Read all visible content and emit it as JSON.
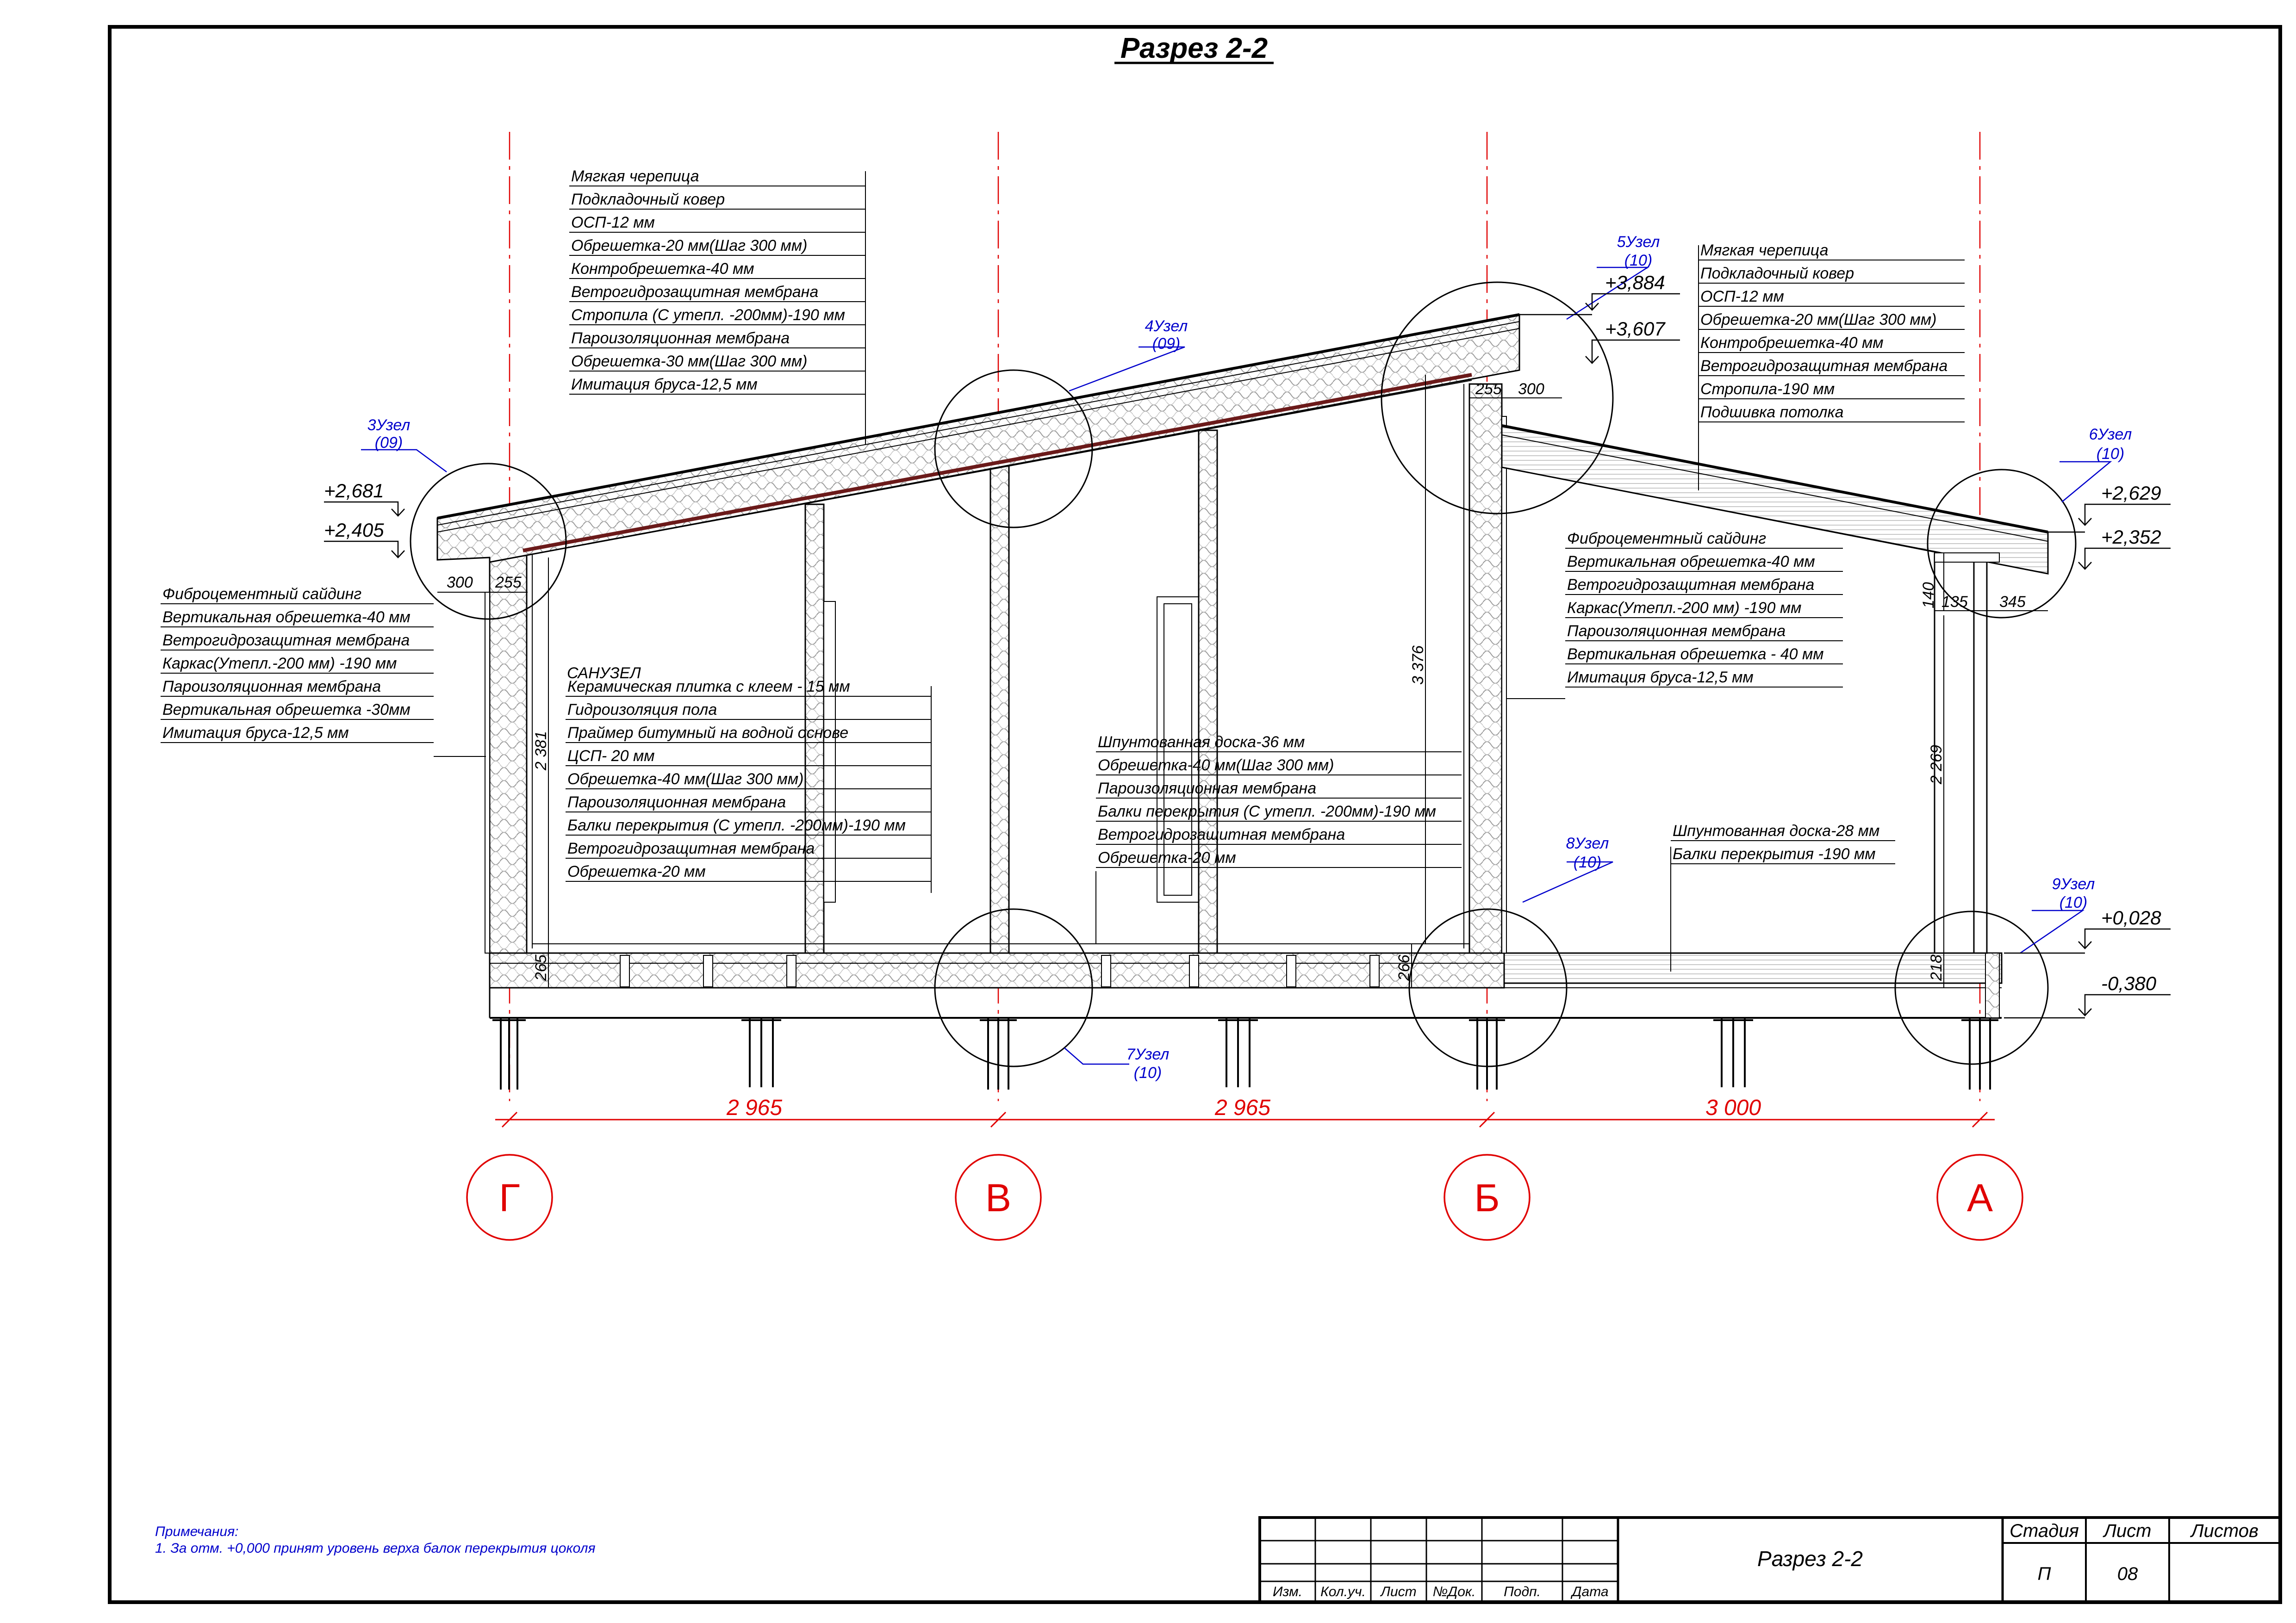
{
  "title": "Разрез 2-2",
  "axes": {
    "letters": [
      "Г",
      "В",
      "Б",
      "А"
    ],
    "spans": [
      "2 965",
      "2 965",
      "3 000"
    ]
  },
  "elevations": {
    "roof_left_top": "+2,681",
    "roof_left_bottom": "+2,405",
    "ridge_top": "+3,884",
    "ridge_bottom": "+3,607",
    "roof_right_top": "+2,629",
    "roof_right_bottom": "+2,352",
    "floor": "+0,028",
    "ground": "-0,380"
  },
  "nodes": [
    {
      "label": "3Узел",
      "ref": "(09)"
    },
    {
      "label": "4Узел",
      "ref": "(09)"
    },
    {
      "label": "5Узел",
      "ref": "(10)"
    },
    {
      "label": "6Узел",
      "ref": "(10)"
    },
    {
      "label": "7Узел",
      "ref": "(10)"
    },
    {
      "label": "8Узел",
      "ref": "(10)"
    },
    {
      "label": "9Узел",
      "ref": "(10)"
    }
  ],
  "dims": {
    "left_300": "300",
    "left_255": "255",
    "ridge_255": "255",
    "ridge_300": "300",
    "right_140": "140",
    "right_135": "135",
    "right_345": "345",
    "h_2381": "2 381",
    "h_3376": "3 376",
    "h_2269": "2 269",
    "h_265": "265",
    "h_266": "266",
    "h_218": "218"
  },
  "callouts": {
    "roof_main": [
      "Мягкая черепица",
      "Подкладочный ковер",
      "ОСП-12 мм",
      "Обрешетка-20 мм(Шаг 300 мм)",
      "Контробрешетка-40 мм",
      "Ветрогидрозащитная мембрана",
      "Стропила (С утепл. -200мм)-190 мм",
      "Пароизоляционная мембрана",
      "Обрешетка-30 мм(Шаг 300 мм)",
      "Имитация бруса-12,5 мм"
    ],
    "roof_porch": [
      "Мягкая черепица",
      "Подкладочный ковер",
      "ОСП-12 мм",
      "Обрешетка-20 мм(Шаг 300 мм)",
      "Контробрешетка-40 мм",
      "Ветрогидрозащитная мембрана",
      "Стропила-190 мм",
      "Подшивка потолка"
    ],
    "wall_left": [
      "Фиброцементный сайдинг",
      "Вертикальная обрешетка-40 мм",
      "Ветрогидрозащитная мембрана",
      "Каркас(Утепл.-200 мм) -190 мм",
      "Пароизоляционная мембрана",
      "Вертикальная  обрешетка -30мм",
      "Имитация бруса-12,5 мм"
    ],
    "wall_right": [
      "Фиброцементный сайдинг",
      "Вертикальная обрешетка-40 мм",
      "Ветрогидрозащитная мембрана",
      "Каркас(Утепл.-200 мм) -190 мм",
      "Пароизоляционная мембрана",
      "Вертикальная  обрешетка - 40 мм",
      "Имитация бруса-12,5 мм"
    ],
    "bath_title": "САНУЗЕЛ",
    "bath_floor": [
      "Керамическая плитка с клеем - 15 мм",
      "Гидроизоляция пола",
      "Праймер битумный на водной основе",
      "ЦСП- 20 мм",
      "Обрешетка-40 мм(Шаг 300 мм)",
      "Пароизоляционная мембрана",
      "Балки перекрытия (С утепл. -200мм)-190 мм",
      "Ветрогидрозащитная мембрана",
      "Обрешетка-20 мм"
    ],
    "room_floor": [
      "Шпунтованная доска-36 мм",
      "Обрешетка-40 мм(Шаг 300 мм)",
      "Пароизоляционная мембрана",
      "Балки перекрытия (С утепл. -200мм)-190 мм",
      "Ветрогидрозащитная мембрана",
      "Обрешетка-20 мм"
    ],
    "porch_floor": [
      "Шпунтованная доска-28 мм",
      "Балки перекрытия -190 мм"
    ]
  },
  "notes": {
    "heading": "Примечания:",
    "line1": "1. За отм. +0,000 принят уровень верха балок перекрытия цоколя"
  },
  "title_block": {
    "cols": [
      "Изм.",
      "Кол.уч.",
      "Лист",
      "№Док.",
      "Подп.",
      "Дата"
    ],
    "drawing_name": "Разрез 2-2",
    "stage_label": "Стадия",
    "sheet_label": "Лист",
    "sheets_label": "Листов",
    "stage_value": "П",
    "sheet_value": "08"
  },
  "colors": {
    "axis": "#e00000",
    "node": "#0000cc",
    "line": "#000000"
  }
}
